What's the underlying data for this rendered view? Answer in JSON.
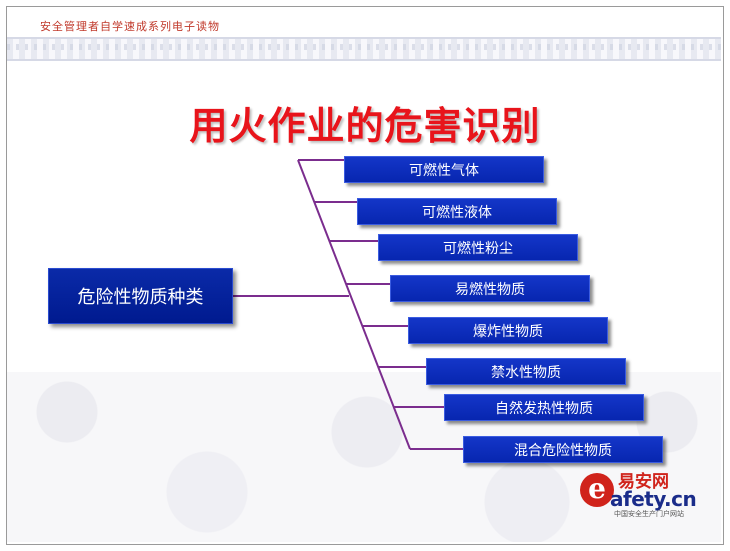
{
  "header": {
    "series_title": "安全管理者自学速成系列电子读物"
  },
  "slide": {
    "title": "用火作业的危害识别"
  },
  "diagram": {
    "root": "危险性物质种类",
    "branches": [
      "可燃性气体",
      "可燃性液体",
      "可燃性粉尘",
      "易燃性物质",
      "爆炸性物质",
      "禁水性物质",
      "自然发热性物质",
      "混合危险性物质"
    ]
  },
  "logo": {
    "brand_cn": "易安网",
    "domain_letter": "e",
    "domain_text": "afety.cn",
    "tagline": "中国安全生产门户网站"
  },
  "colors": {
    "title_red": "#e8141b",
    "box_blue": "#0a2aa8",
    "connector": "#7b2d8e",
    "header_red": "#c0392b"
  }
}
